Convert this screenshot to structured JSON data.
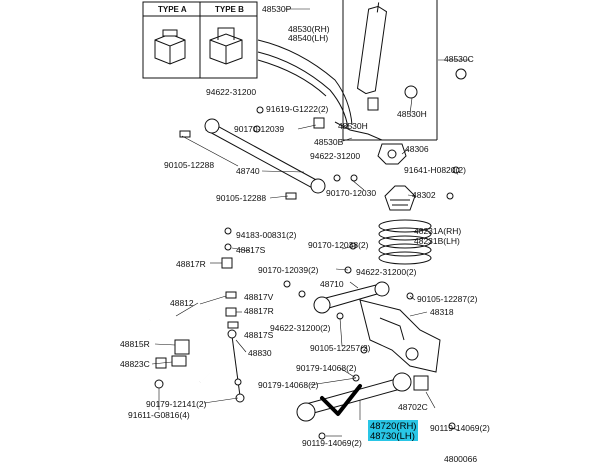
{
  "type_box": {
    "type_a": "TYPE A",
    "type_b": "TYPE B"
  },
  "labels": {
    "p48530P": "48530P",
    "p48530RH": "48530(RH)",
    "p48540LH": "48540(LH)",
    "p48530C": "48530C",
    "p94622_31200a": "94622-31200",
    "p91619": "91619-G1222(2)",
    "p90170_12039a": "90170-12039",
    "p48530H": "48530H",
    "p48530B": "48530B",
    "p48306": "48306",
    "p90105_12288a": "90105-12288",
    "p48740": "48740",
    "p94622_31200b": "94622-31200",
    "p91641": "91641-H0820(2)",
    "p90170_12030": "90170-12030",
    "p48302": "48302",
    "p90105_12288b": "90105-12288",
    "p48231A": "48231A(RH)",
    "p48231B": "48231B(LH)",
    "p94183": "94183-00831(2)",
    "p48817S_a": "48817S",
    "p90170_12038": "90170-12038(2)",
    "p48817R_a": "48817R",
    "p90170_12039b": "90170-12039(2)",
    "p94622_31200c": "94622-31200(2)",
    "p48710": "48710",
    "p90105_12287": "90105-12287(2)",
    "p48812": "48812",
    "p48817V": "48817V",
    "p48318": "48318",
    "p48817R_b": "48817R",
    "p94622_31200d": "94622-31200(2)",
    "p48815R": "48815R",
    "p48817S_b": "48817S",
    "p90105_12257": "90105-12257(2)",
    "p48823C": "48823C",
    "p48830": "48830",
    "p90179_14068a": "90179-14068(2)",
    "p90179_14068b": "90179-14068(2)",
    "p90179_12141": "90179-12141(2)",
    "p48702C": "48702C",
    "p91611": "91611-G0816(4)",
    "p90119_14069a": "90119-14069(2)",
    "p90119_14069b": "90119-14069(2)",
    "p48720RH": "48720(RH)",
    "p48730LH": "48730(LH)",
    "ref_code": "4800066"
  },
  "highlight": {
    "color": "#29c6e6",
    "check_mark": "check-icon"
  }
}
